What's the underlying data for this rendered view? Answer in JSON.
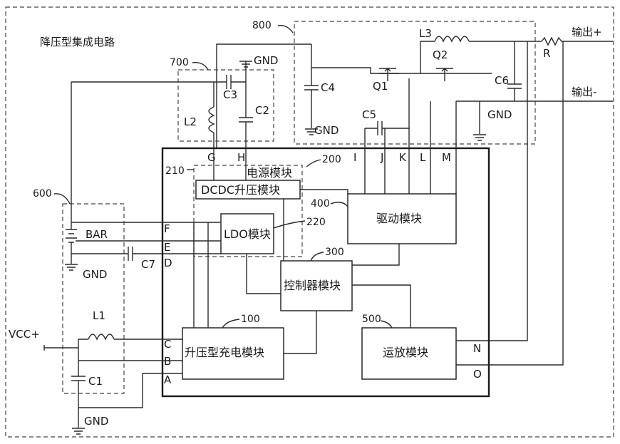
{
  "title": "降压型集成电路",
  "refs": {
    "r800": "800",
    "r700": "700",
    "r600": "600",
    "r200": "200",
    "r210": "210",
    "r220": "220",
    "r300": "300",
    "r400": "400",
    "r500": "500",
    "r100": "100"
  },
  "modules": {
    "power": "电源模块",
    "dcdc": "DCDC升压模块",
    "ldo": "LDO模块",
    "drive": "驱动模块",
    "controller": "控制器模块",
    "opamp": "运放模块",
    "charge": "升压型充电模块"
  },
  "pins": {
    "G": "G",
    "H": "H",
    "I": "I",
    "J": "J",
    "K": "K",
    "L": "L",
    "M": "M",
    "F": "F",
    "E": "E",
    "D": "D",
    "C": "C",
    "B": "B",
    "A": "A",
    "N": "N",
    "O": "O"
  },
  "components": {
    "C1": "C1",
    "C2": "C2",
    "C3": "C3",
    "C4": "C4",
    "C5": "C5",
    "C6": "C6",
    "C7": "C7",
    "L1": "L1",
    "L2": "L2",
    "L3": "L3",
    "Q1": "Q1",
    "Q2": "Q2",
    "R": "R",
    "BAR": "BAR"
  },
  "nets": {
    "gnd": "GND",
    "vcc": "VCC+",
    "out_pos": "输出+",
    "out_neg": "输出-"
  }
}
